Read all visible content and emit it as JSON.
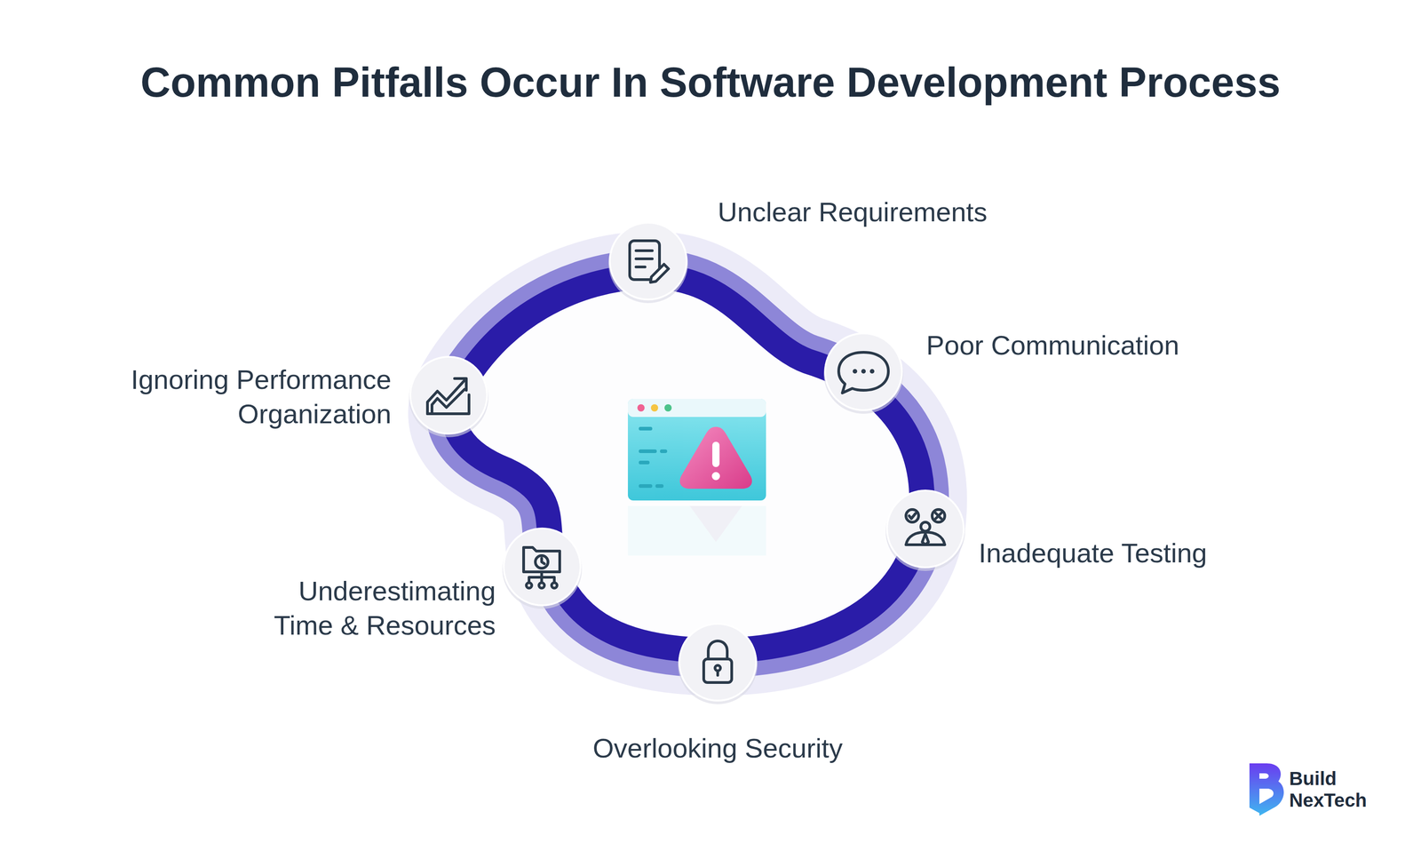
{
  "diagram": {
    "title": "Common Pitfalls Occur In Software Development Process",
    "nodes": [
      {
        "text": [
          "Unclear Requirements"
        ]
      },
      {
        "text": [
          "Poor Communication"
        ]
      },
      {
        "text": [
          "Inadequate Testing"
        ]
      },
      {
        "text": [
          "Overlooking Security"
        ]
      },
      {
        "text": [
          "Underestimating Time & Resources"
        ]
      },
      {
        "text": [
          "Ignoring Performance Organization"
        ]
      }
    ],
    "labels": [
      "Build NexTech"
    ]
  }
}
